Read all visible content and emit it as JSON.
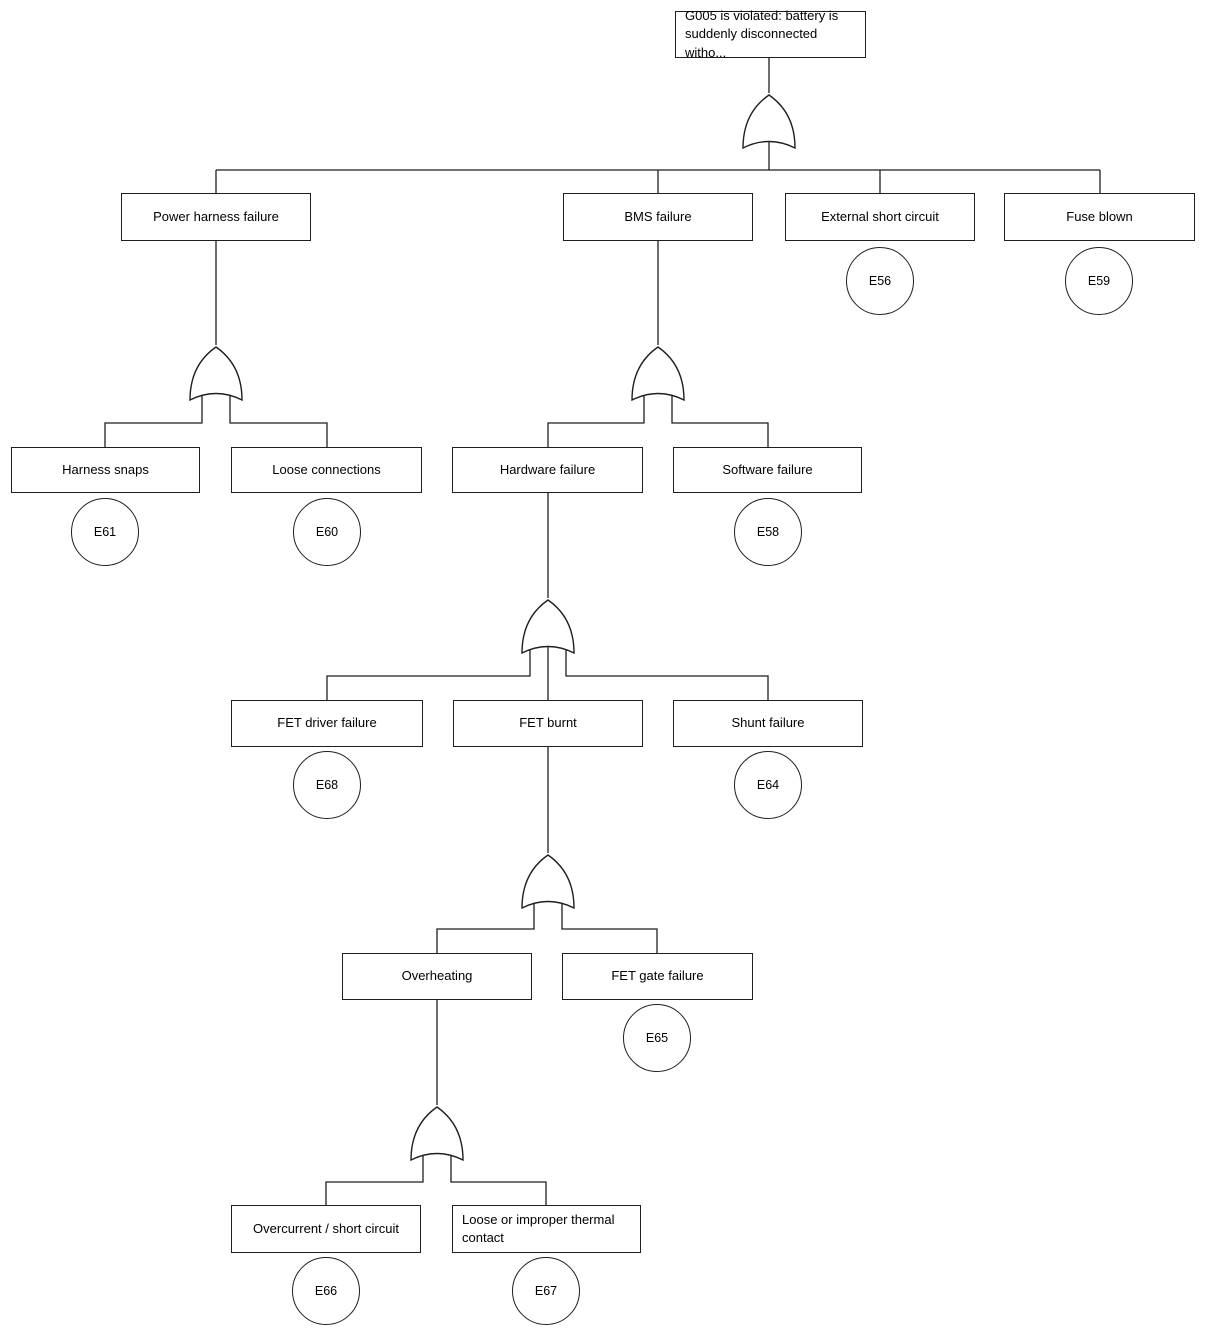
{
  "diagram": {
    "type": "fault-tree",
    "gate_type": "OR",
    "boxes": {
      "top_event": "G005 is violated: battery is suddenly disconnected witho...",
      "power_harness_failure": "Power harness failure",
      "bms_failure": "BMS failure",
      "external_short_circuit": "External short circuit",
      "fuse_blown": "Fuse blown",
      "harness_snaps": "Harness snaps",
      "loose_connections": "Loose connections",
      "hardware_failure": "Hardware failure",
      "software_failure": "Software failure",
      "fet_driver_failure": "FET driver failure",
      "fet_burnt": "FET burnt",
      "shunt_failure": "Shunt failure",
      "overheating": "Overheating",
      "fet_gate_failure": "FET gate failure",
      "overcurrent_short_circuit": "Overcurrent / short circuit",
      "loose_thermal_contact": "Loose or improper thermal contact"
    },
    "events": {
      "e56": "E56",
      "e59": "E59",
      "e61": "E61",
      "e60": "E60",
      "e58": "E58",
      "e68": "E68",
      "e64": "E64",
      "e65": "E65",
      "e66": "E66",
      "e67": "E67"
    },
    "structure": {
      "top_event": [
        "power_harness_failure",
        "bms_failure",
        "external_short_circuit",
        "fuse_blown"
      ],
      "power_harness_failure": [
        "harness_snaps",
        "loose_connections"
      ],
      "bms_failure": [
        "hardware_failure",
        "software_failure"
      ],
      "hardware_failure": [
        "fet_driver_failure",
        "fet_burnt",
        "shunt_failure"
      ],
      "fet_burnt": [
        "overheating",
        "fet_gate_failure"
      ],
      "overheating": [
        "overcurrent_short_circuit",
        "loose_thermal_contact"
      ]
    },
    "basic_event_of": {
      "external_short_circuit": "E56",
      "fuse_blown": "E59",
      "harness_snaps": "E61",
      "loose_connections": "E60",
      "software_failure": "E58",
      "fet_driver_failure": "E68",
      "shunt_failure": "E64",
      "fet_gate_failure": "E65",
      "overcurrent_short_circuit": "E66",
      "loose_thermal_contact": "E67"
    }
  },
  "colors": {
    "background": "#ffffff",
    "line": "#1f1f1f",
    "text": "#000000"
  }
}
